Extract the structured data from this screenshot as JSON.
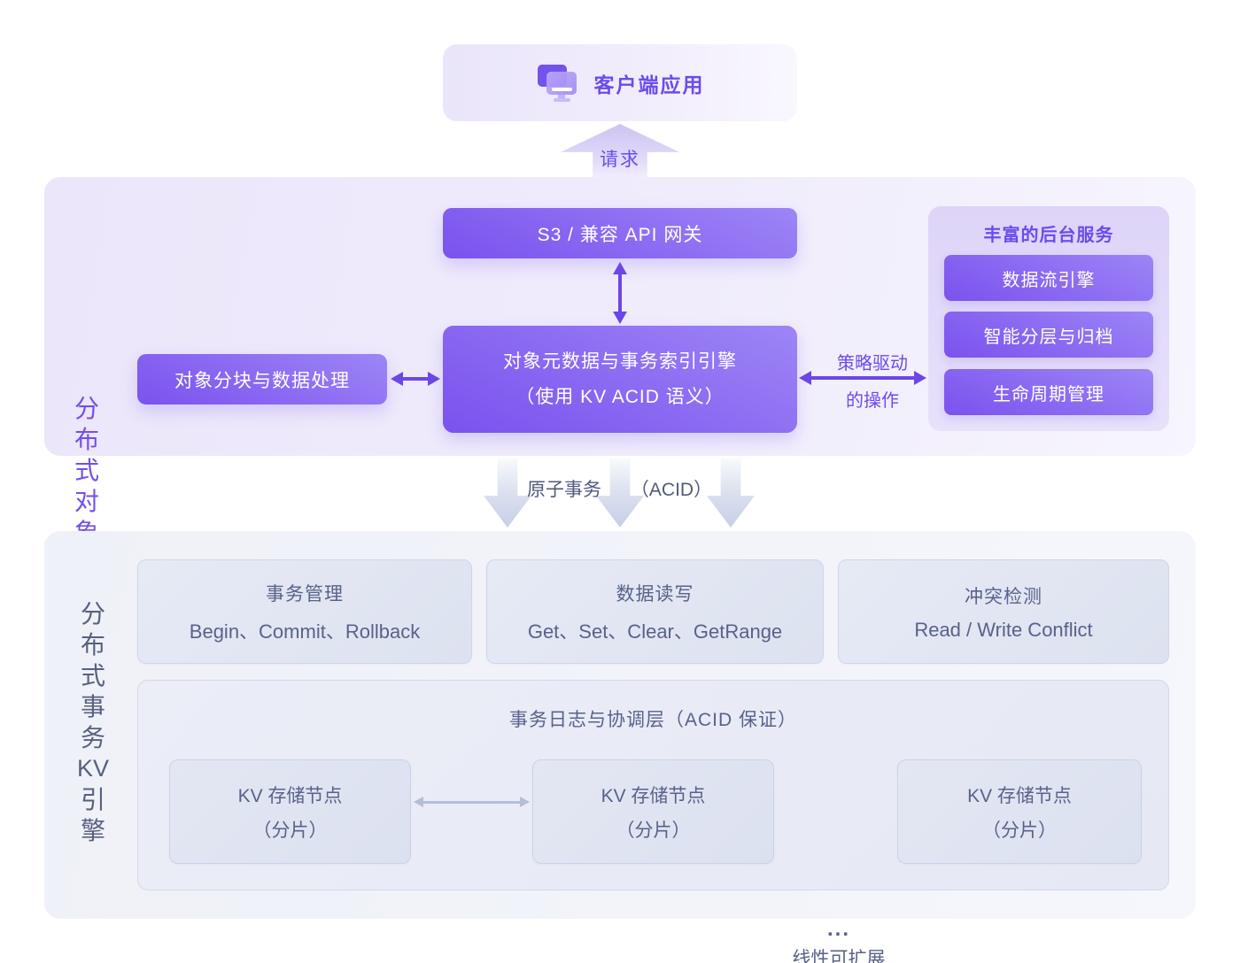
{
  "colors": {
    "accent_purple": "#6c4bee",
    "box_gradient_from": "#9d85f6",
    "box_gradient_to": "#7a52ee",
    "slate_text": "#58628a",
    "object_section_bg": "#ece7fb",
    "kv_section_bg": "#f0f2f9"
  },
  "client": {
    "label": "客户端应用",
    "icon": "monitor-icon"
  },
  "request": {
    "label": "请求"
  },
  "object_engine": {
    "side_label": "分布式对象引擎",
    "gateway": {
      "label": "S3 / 兼容 API 网关"
    },
    "meta": {
      "line1": "对象元数据与事务索引引擎",
      "line2": "（使用 KV ACID 语义）"
    },
    "chunk": {
      "label": "对象分块与数据处理"
    },
    "policy": {
      "line1": "策略驱动",
      "line2": "的操作"
    },
    "services": {
      "title": "丰富的后台服务",
      "items": [
        {
          "label": "数据流引擎"
        },
        {
          "label": "智能分层与归档"
        },
        {
          "label": "生命周期管理"
        }
      ]
    }
  },
  "atomic": {
    "label_left": "原子事务",
    "label_right": "（ACID）"
  },
  "kv_engine": {
    "side_label_top": "分布式事务",
    "side_label_mid": "KV",
    "side_label_bottom": "引擎",
    "features": [
      {
        "title": "事务管理",
        "subtitle": "Begin、Commit、Rollback"
      },
      {
        "title": "数据读写",
        "subtitle": "Get、Set、Clear、GetRange"
      },
      {
        "title": "冲突检测",
        "subtitle": "Read / Write Conflict"
      }
    ],
    "coordination": {
      "title": "事务日志与协调层（ACID 保证）",
      "nodes": [
        {
          "line1": "KV 存储节点",
          "line2": "（分片）"
        },
        {
          "line1": "KV 存储节点",
          "line2": "（分片）"
        },
        {
          "line1": "KV 存储节点",
          "line2": "（分片）"
        }
      ],
      "scale_dots": "...",
      "scale_label": "线性可扩展"
    }
  }
}
